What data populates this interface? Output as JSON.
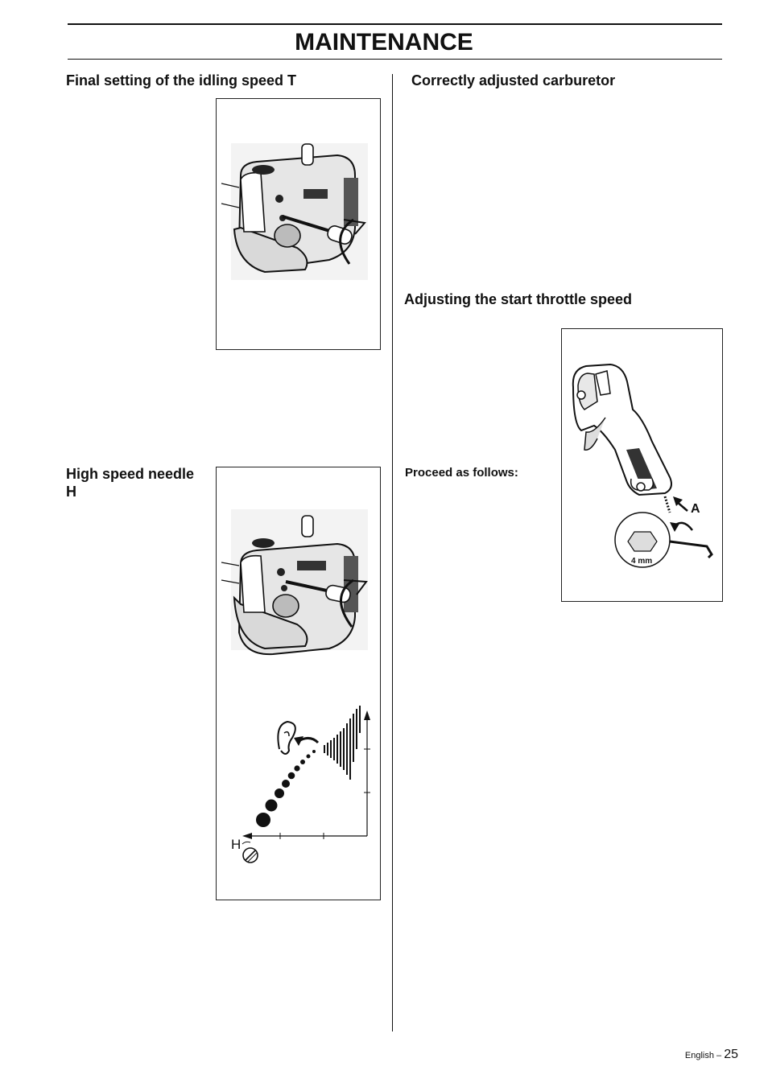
{
  "header": {
    "title": "MAINTENANCE"
  },
  "left": {
    "section1_heading": "Final setting of the idling speed T",
    "section2_heading_line1": "High speed needle",
    "section2_heading_line2": "H",
    "figure2_h_label": "H"
  },
  "right": {
    "section1_heading": "Correctly adjusted carburetor",
    "section2_heading": "Adjusting the start throttle speed",
    "proceed_text": "Proceed as follows:",
    "figure_label_a": "A",
    "figure_label_size": "4 mm"
  },
  "footer": {
    "language": "English –",
    "page_number": "25"
  }
}
